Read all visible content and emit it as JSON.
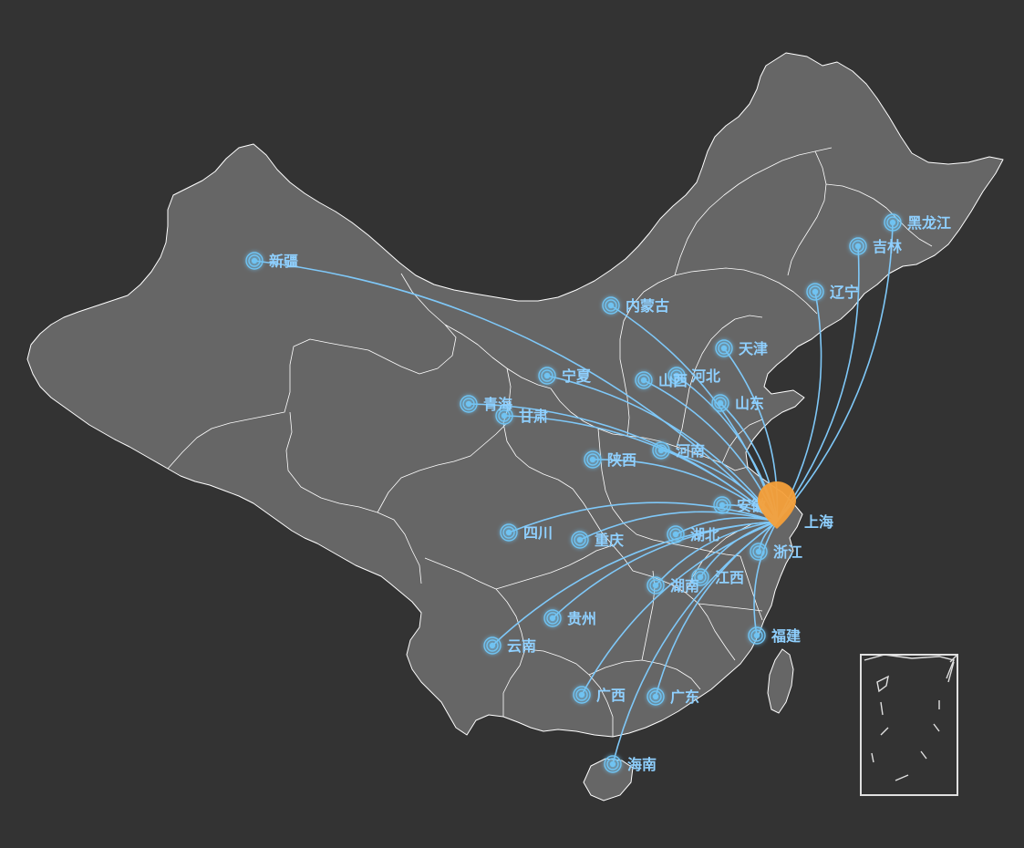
{
  "colors": {
    "background": "#333333",
    "region_fill": "#666666",
    "region_border": "#ffffff",
    "flow_line": "#7fc8f8",
    "city_marker": "#6fc3f2",
    "city_label": "#8fd0ff",
    "hub_pin": "#f5a03a"
  },
  "map": {
    "hub": {
      "name": "上海",
      "icon": "location-pin-icon"
    },
    "cities": [
      "新疆",
      "黑龙江",
      "吉林",
      "辽宁",
      "内蒙古",
      "天津",
      "宁夏",
      "山西",
      "河北",
      "山东",
      "青海",
      "甘肃",
      "陕西",
      "河南",
      "安徽",
      "四川",
      "重庆",
      "湖北",
      "浙江",
      "湖南",
      "江西",
      "贵州",
      "云南",
      "福建",
      "广西",
      "广东",
      "海南"
    ]
  }
}
